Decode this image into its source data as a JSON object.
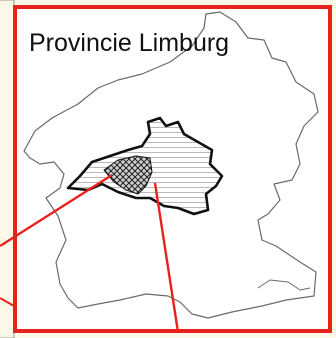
{
  "map": {
    "title": "Provincie Limburg",
    "colors": {
      "frame": "#e8211c",
      "background": "#fbf8e8",
      "map_fill": "#ffffff",
      "province_outline": "#606060",
      "highlight_outline": "#111111",
      "hatch": "#222222",
      "stripes": "#a0a0a0",
      "pointer_lines": "#e8211c"
    },
    "layers": [
      {
        "name": "province-outline",
        "style": "grey line"
      },
      {
        "name": "region",
        "style": "horizontal stripes, bold black outline"
      },
      {
        "name": "subregion",
        "style": "diagonal cross-hatch"
      }
    ],
    "pointers": 2
  }
}
